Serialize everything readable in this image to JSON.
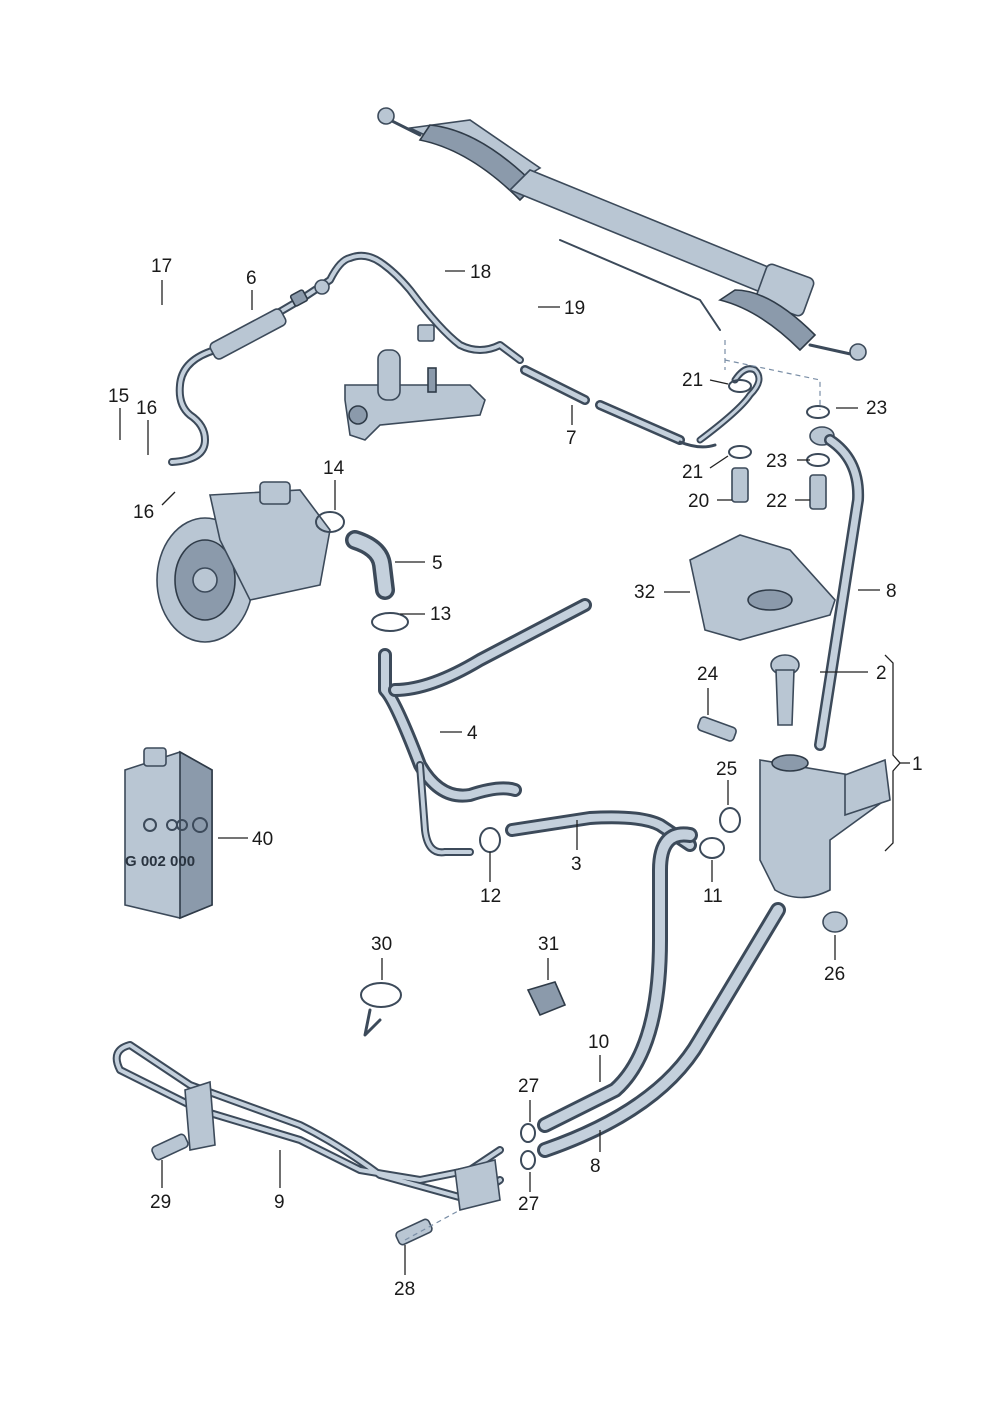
{
  "labels": [
    "1",
    "2",
    "3",
    "4",
    "5",
    "6",
    "7",
    "8",
    "8",
    "9",
    "10",
    "11",
    "12",
    "13",
    "14",
    "15",
    "16",
    "16",
    "17",
    "18",
    "19",
    "20",
    "21",
    "21",
    "22",
    "23",
    "23",
    "24",
    "25",
    "26",
    "27",
    "27",
    "28",
    "29",
    "30",
    "31",
    "32",
    "40"
  ],
  "fluid_can": {
    "code": "G 002 000"
  },
  "colors": {
    "part_fill": "#b9c6d3",
    "outline": "#3c4a5a",
    "highlight": "#c4d0dc"
  }
}
